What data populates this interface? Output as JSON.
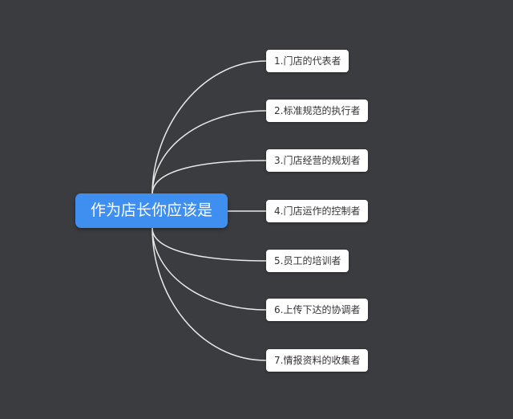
{
  "mindmap": {
    "root": {
      "label": "作为店长你应该是"
    },
    "children": [
      {
        "label": "1.门店的代表者"
      },
      {
        "label": "2.标准规范的执行者"
      },
      {
        "label": "3.门店经营的规划者"
      },
      {
        "label": "4.门店运作的控制者"
      },
      {
        "label": "5.员工的培训者"
      },
      {
        "label": "6.上传下达的协调者"
      },
      {
        "label": "7.情报资料的收集者"
      }
    ]
  },
  "colors": {
    "background": "#3b3c40",
    "root_fill": "#3f8ff0",
    "node_fill": "#ffffff",
    "connector": "#e9e9e9"
  }
}
